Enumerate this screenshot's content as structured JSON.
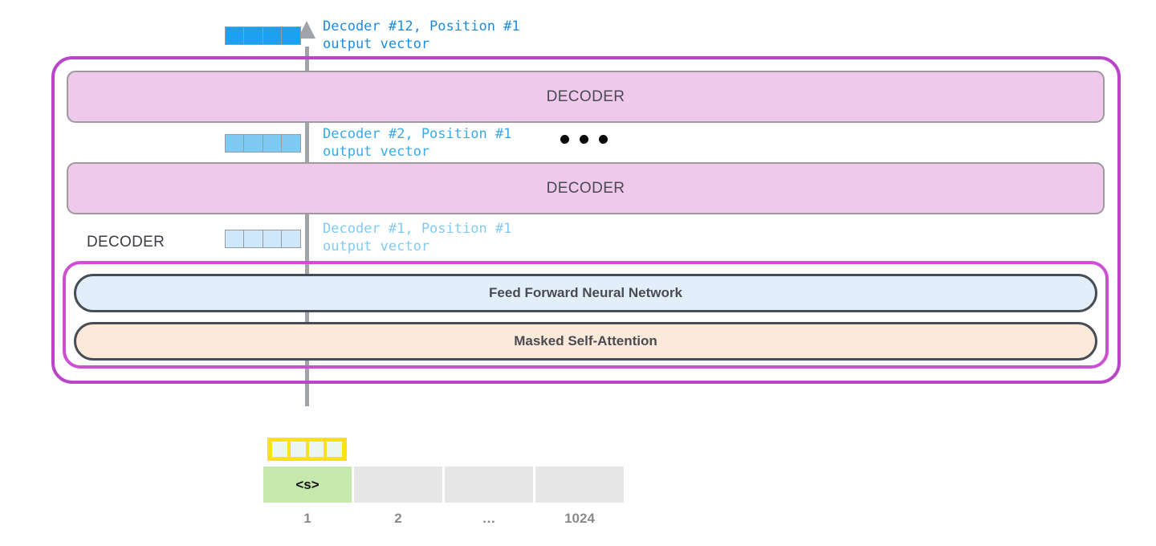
{
  "diagram": {
    "title": "GPT-2 decoder stack with position #1 output vectors",
    "colors": {
      "outer_border": "#bb45c9",
      "inner_border": "#cf4fd4",
      "decoder_fill": "#efc9ec",
      "ffnn_fill": "#e2effb",
      "attention_fill": "#fbeada",
      "vector_12": "#1ba1f2",
      "vector_2": "#7fc9f5",
      "vector_1": "#cfe7fa",
      "embedding_highlight": "#fbe216",
      "start_token_fill": "#c5e8ac",
      "empty_token_fill": "#e6e6e6",
      "flow_line": "#9ea4a8"
    }
  },
  "stack": {
    "decoder_top_label": "DECODER",
    "decoder_mid_label": "DECODER",
    "decoder_expanded_caption": "DECODER",
    "ellipsis": [
      "●",
      "●",
      "●"
    ]
  },
  "annotations": {
    "decoder12": {
      "line1": "Decoder #12, Position #1",
      "line2": "output vector"
    },
    "decoder2": {
      "line1": "Decoder #2, Position #1",
      "line2": "output vector"
    },
    "decoder1": {
      "line1": "Decoder #1, Position #1",
      "line2": "output vector"
    }
  },
  "sublayers": {
    "feed_forward": "Feed Forward Neural Network",
    "masked_attention": "Masked Self-Attention"
  },
  "input_row": {
    "tokens": [
      "<s>",
      "",
      "",
      ""
    ],
    "positions": [
      "1",
      "2",
      "…",
      "1024"
    ]
  }
}
